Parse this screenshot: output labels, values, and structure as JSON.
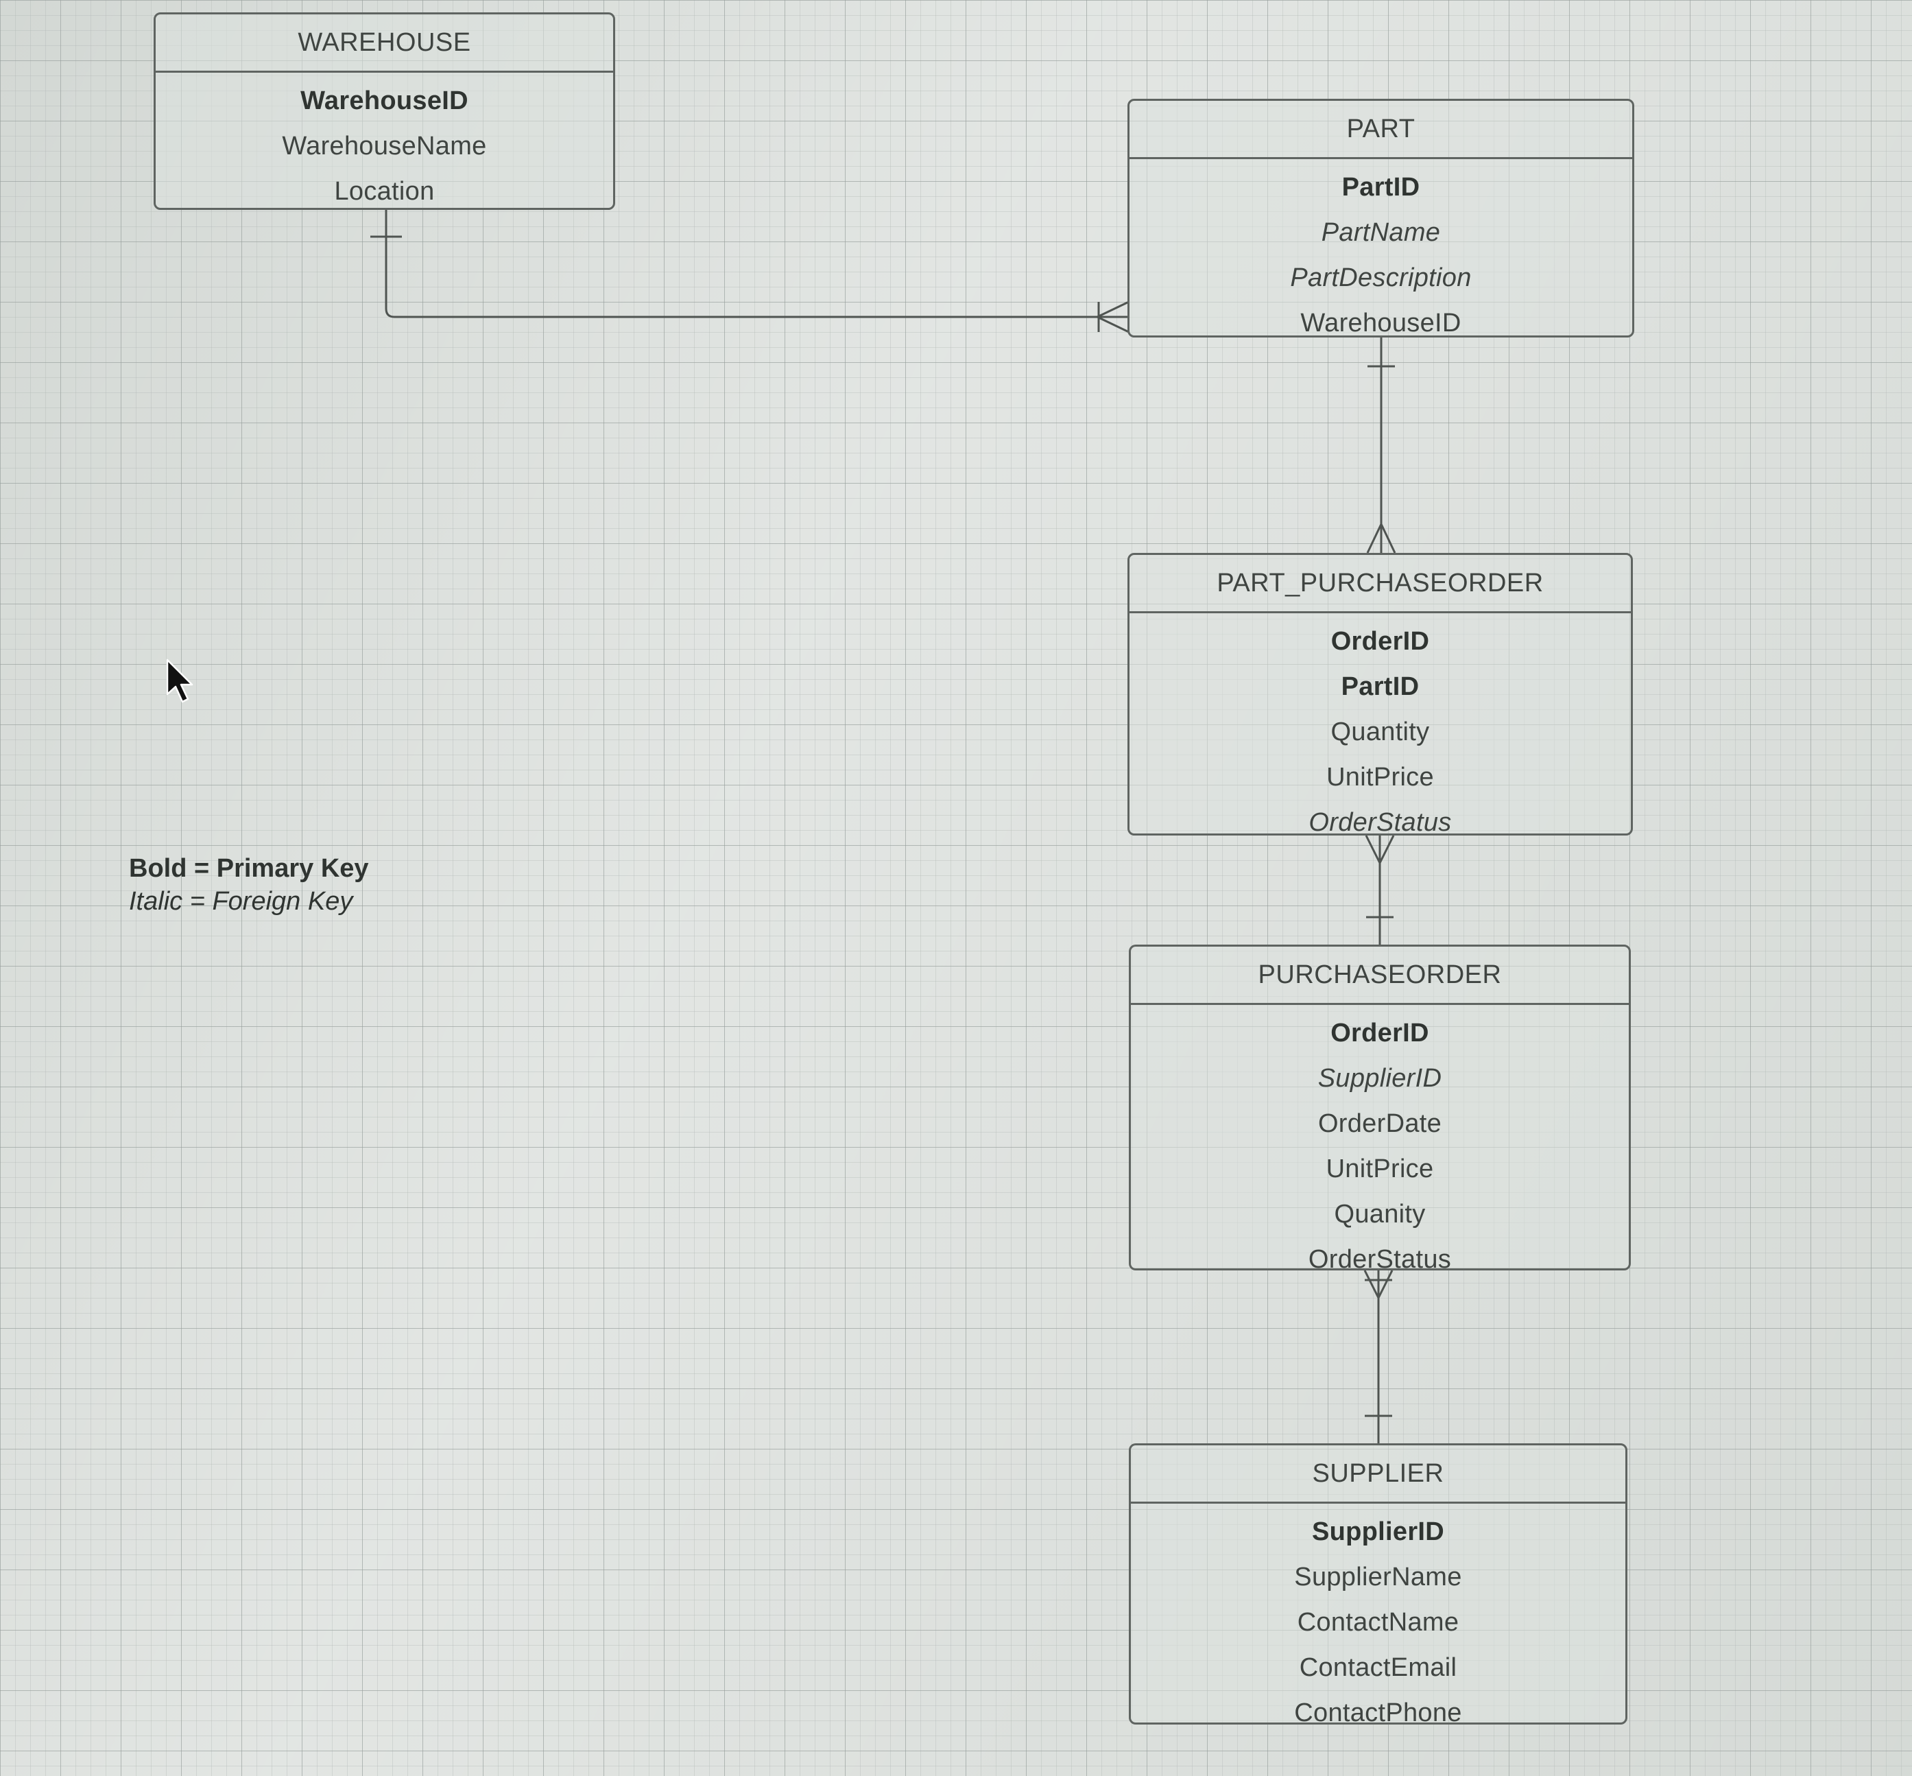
{
  "entities": {
    "warehouse": {
      "title": "WAREHOUSE",
      "attributes": [
        "WarehouseID",
        "WarehouseName",
        "Location"
      ]
    },
    "part": {
      "title": "PART",
      "attributes": [
        "PartID",
        "PartName",
        "PartDescription",
        "WarehouseID"
      ]
    },
    "part_purchaseorder": {
      "title": "PART_PURCHASEORDER",
      "attributes": [
        "OrderID",
        "PartID",
        "Quantity",
        "UnitPrice",
        "OrderStatus"
      ]
    },
    "purchaseorder": {
      "title": "PURCHASEORDER",
      "attributes": [
        "OrderID",
        "SupplierID",
        "OrderDate",
        "UnitPrice",
        "Quanity",
        "OrderStatus"
      ]
    },
    "supplier": {
      "title": "SUPPLIER",
      "attributes": [
        "SupplierID",
        "SupplierName",
        "ContactName",
        "ContactEmail",
        "ContactPhone"
      ]
    }
  },
  "relationships": [
    {
      "from": "WAREHOUSE",
      "from_cardinality": "one",
      "to": "PART",
      "to_cardinality": "many"
    },
    {
      "from": "PART",
      "from_cardinality": "one",
      "to": "PART_PURCHASEORDER",
      "to_cardinality": "many"
    },
    {
      "from": "PURCHASEORDER",
      "from_cardinality": "one",
      "to": "PART_PURCHASEORDER",
      "to_cardinality": "many"
    },
    {
      "from": "SUPPLIER",
      "from_cardinality": "one",
      "to": "PURCHASEORDER",
      "to_cardinality": "many"
    }
  ],
  "legend": {
    "primary": "Bold = Primary Key",
    "foreign": "Italic = Foreign Key"
  },
  "icons": {
    "cursor": "mouse-pointer-icon"
  },
  "colors": {
    "line": "#4f5451",
    "text": "#3f4441",
    "background": "#d3d8d4"
  }
}
